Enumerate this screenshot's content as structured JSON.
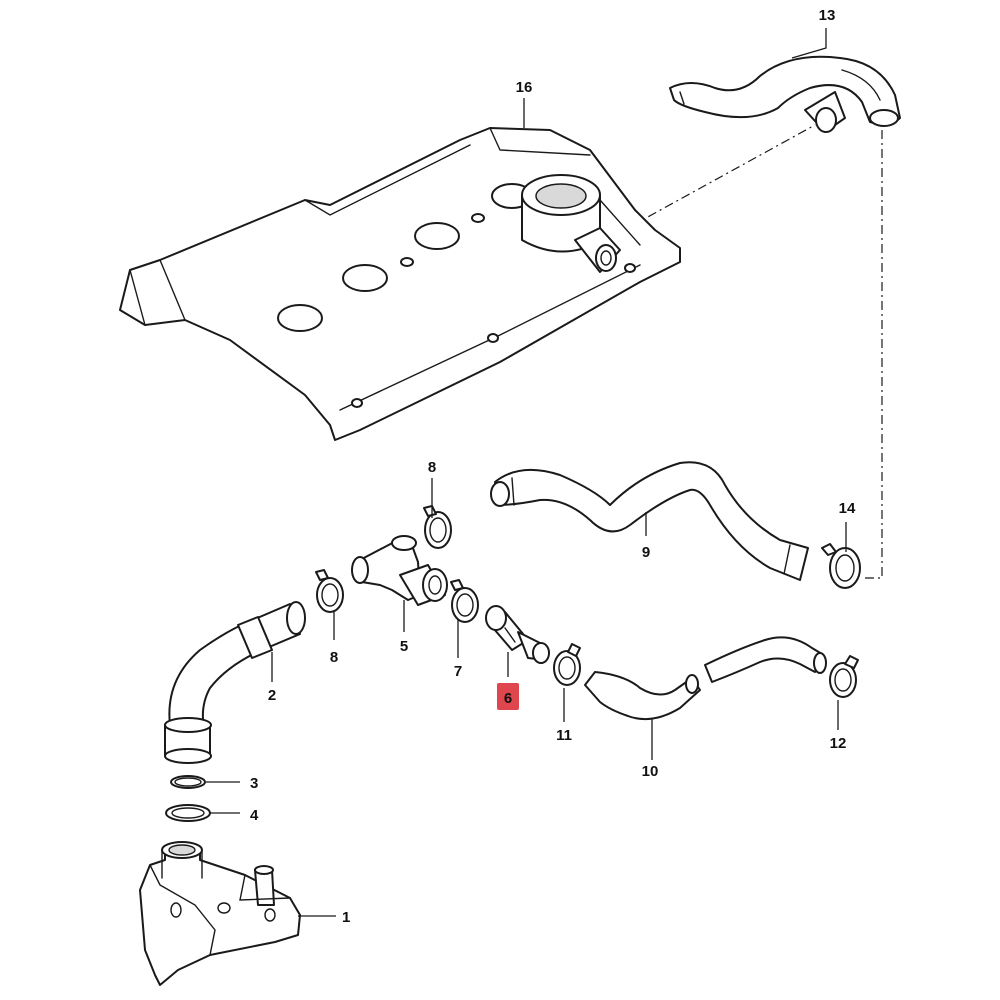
{
  "diagram": {
    "highlight_color": "#e0464e",
    "highlighted_part": "6",
    "callouts": {
      "p1": "1",
      "p2": "2",
      "p3": "3",
      "p4": "4",
      "p5": "5",
      "p6": "6",
      "p7": "7",
      "p8a": "8",
      "p8b": "8",
      "p9": "9",
      "p10": "10",
      "p11": "11",
      "p12": "12",
      "p13": "13",
      "p14": "14",
      "p16": "16"
    }
  }
}
